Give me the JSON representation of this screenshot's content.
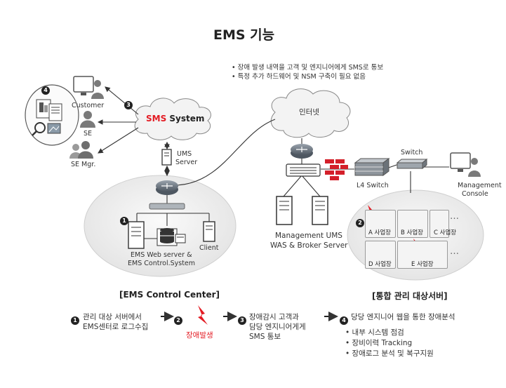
{
  "title": "EMS 기능",
  "notes": [
    "• 장애 발생 내역을 고객 및 엔지니어에게 SMS로 통보",
    "• 특정 추가 하드웨어 및 NSM 구축이 필요 없음"
  ],
  "nodes": {
    "customer": "Customer",
    "se": "SE",
    "se_mgr": "SE Mgr.",
    "sms_prefix": "SMS",
    "sms_suffix": " System",
    "ums_server": [
      "UMS",
      "Server"
    ],
    "internet": "인터넷",
    "ems_web": [
      "EMS Web server &",
      "EMS Control.System"
    ],
    "client": "Client",
    "mgmt_ums": [
      "Management UMS",
      "WAS & Broker Server"
    ],
    "l4_switch": "L4 Switch",
    "switch": "Switch",
    "mgmt_console": [
      "Management",
      "Console"
    ]
  },
  "sites": [
    "A 사업장",
    "B 사업장",
    "C 사업장",
    "D 사업장",
    "E 사업장"
  ],
  "ellipsis": "…",
  "markers": {
    "n1": "1",
    "n2": "2",
    "n3": "3",
    "n4": "4"
  },
  "sections": {
    "left": "[EMS Control Center]",
    "right": "[통합 관리 대상서버]"
  },
  "steps": {
    "s1": [
      "관리 대상 서버에서",
      "EMS센터로 로그수집"
    ],
    "s2": "장애발생",
    "s3": [
      "장애감시 고객과",
      "담당 엔지니어게게",
      "SMS 통보"
    ],
    "s4": "당당 엔지니어 웹을 통한 장애분석",
    "s4_items": [
      "• 내부 시스템 점검",
      "• 장비이력  Tracking",
      "• 장애로그 분석 및 복구지원"
    ]
  },
  "colors": {
    "accent_red": "#e31b23",
    "cloud": "#f2f2f2",
    "bubble": "#ececec",
    "line": "#333333"
  }
}
